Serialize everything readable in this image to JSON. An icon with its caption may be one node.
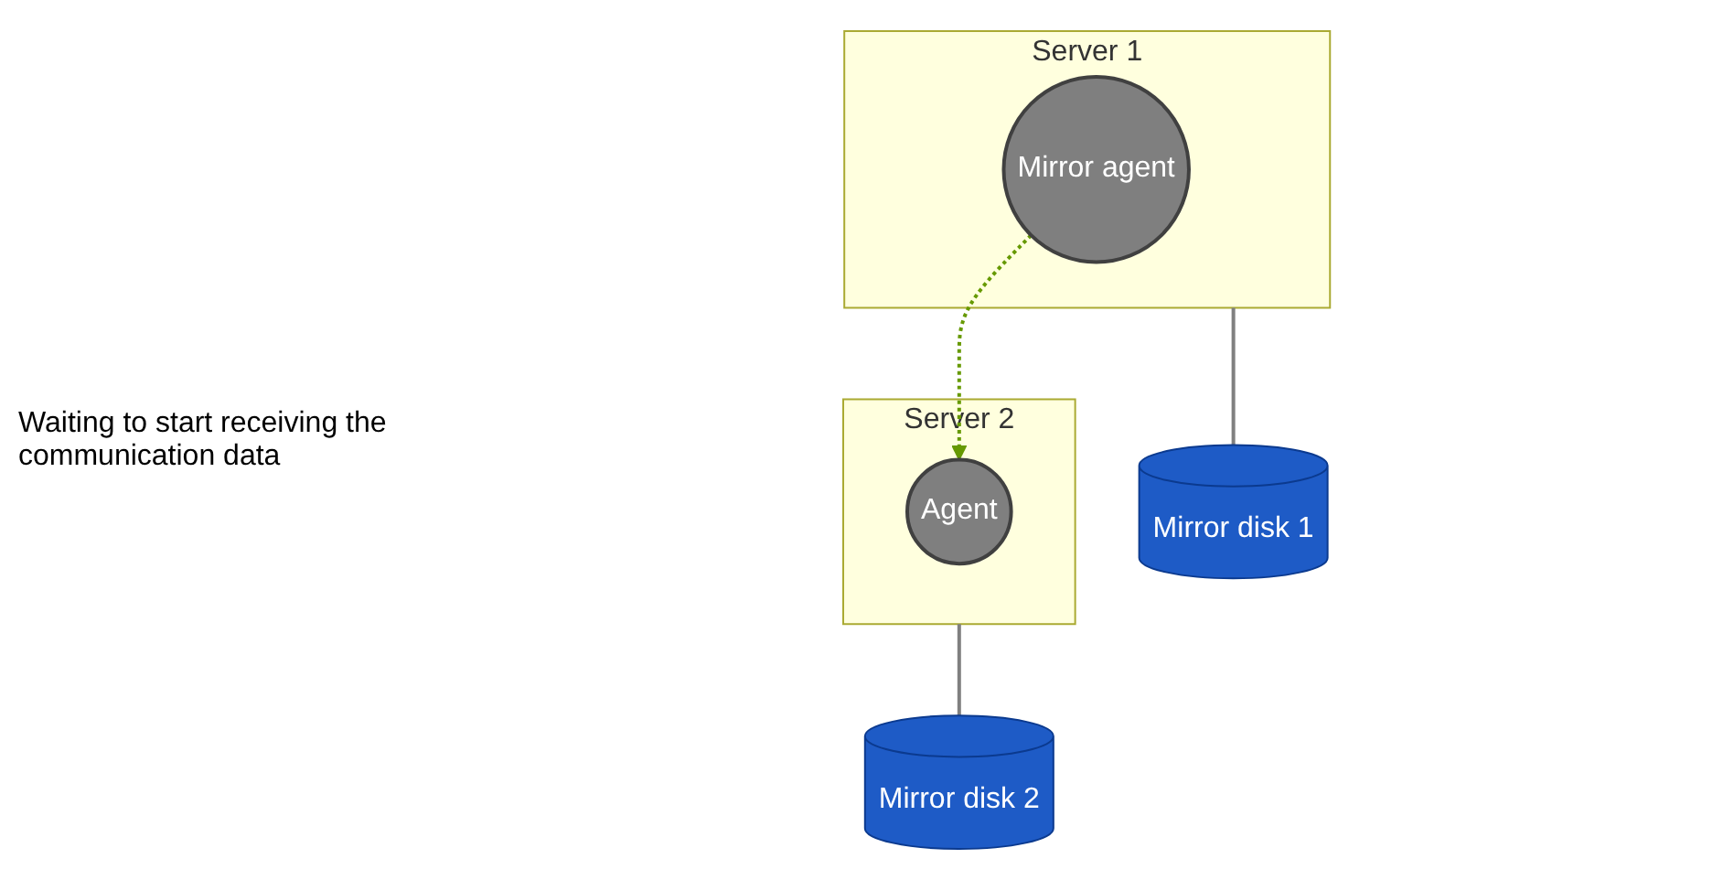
{
  "diagram": {
    "nodes": [
      {
        "text": [
          "Server 1"
        ]
      },
      {
        "text": [
          "Mirror agent"
        ],
        "in": 0
      },
      {
        "text": [
          "Server 2"
        ]
      },
      {
        "text": [
          "Agent"
        ],
        "in": 2
      },
      {
        "text": [
          "Mirror disk 1"
        ]
      },
      {
        "text": [
          "Mirror disk 2"
        ]
      }
    ],
    "edges": [
      {
        "from": 1,
        "to": 3,
        "arrow": "to",
        "style": "dashed",
        "color": "#669900"
      },
      {
        "from": 0,
        "to": 4,
        "arrow": "none"
      },
      {
        "from": 2,
        "to": 5,
        "arrow": "none"
      }
    ],
    "labels": [
      "Waiting to start receiving the communication data"
    ]
  }
}
